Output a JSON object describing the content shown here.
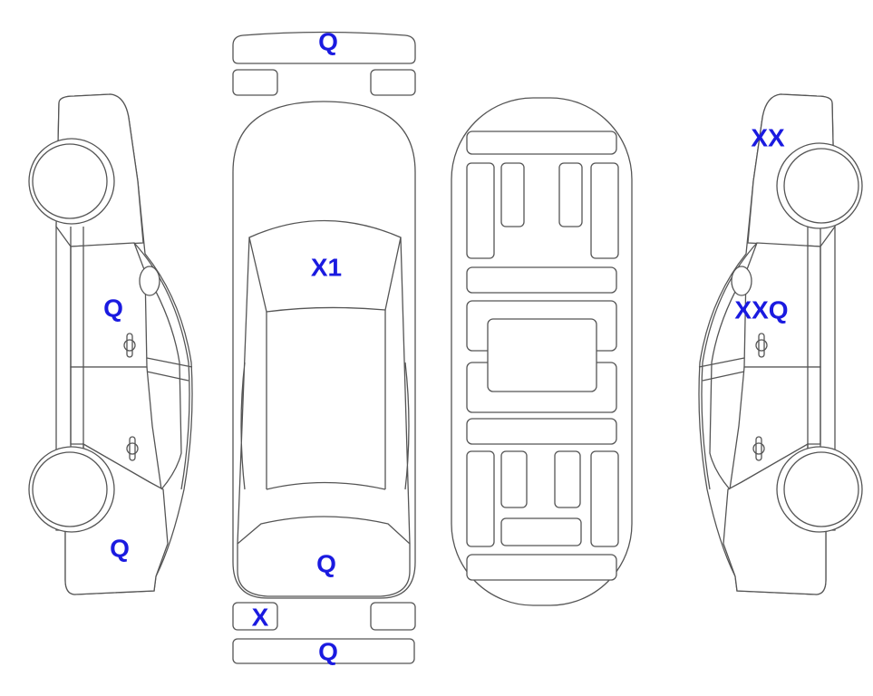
{
  "colors": {
    "label": "#1a1ae0",
    "damage_orange": "#F9A62B",
    "damage_blue": "#E2F5FB",
    "none": "#ffffff"
  },
  "panels": {
    "front_bumper": {
      "mark": "Q",
      "color": "#F9A62B"
    },
    "headlight_left": {
      "mark": "",
      "color": "#ffffff"
    },
    "headlight_right": {
      "mark": "",
      "color": "#ffffff"
    },
    "windshield": {
      "mark": "X1",
      "color": "#F9A62B"
    },
    "rear_window": {
      "mark": "Q",
      "color": "#F9A62B"
    },
    "taillight_left": {
      "mark": "X",
      "color": "#F9A62B"
    },
    "taillight_right": {
      "mark": "",
      "color": "#ffffff"
    },
    "rear_bumper": {
      "mark": "Q",
      "color": "#F9A62B"
    },
    "left_front_area": {
      "mark": "",
      "color": "#ffffff"
    },
    "left_front_door": {
      "mark": "Q",
      "color": "#F9A62B"
    },
    "left_rear_door": {
      "mark": "",
      "color": "#ffffff"
    },
    "left_rear_quarter": {
      "mark": "Q",
      "color": "#F9A62B"
    },
    "right_front_area": {
      "mark": "XX",
      "color": "#E2F5FB"
    },
    "right_front_door": {
      "mark": "XXQ",
      "color": "#E2F5FB"
    },
    "right_rear_door": {
      "mark": "",
      "color": "#ffffff"
    },
    "right_rear_quarter": {
      "mark": "",
      "color": "#ffffff"
    }
  }
}
